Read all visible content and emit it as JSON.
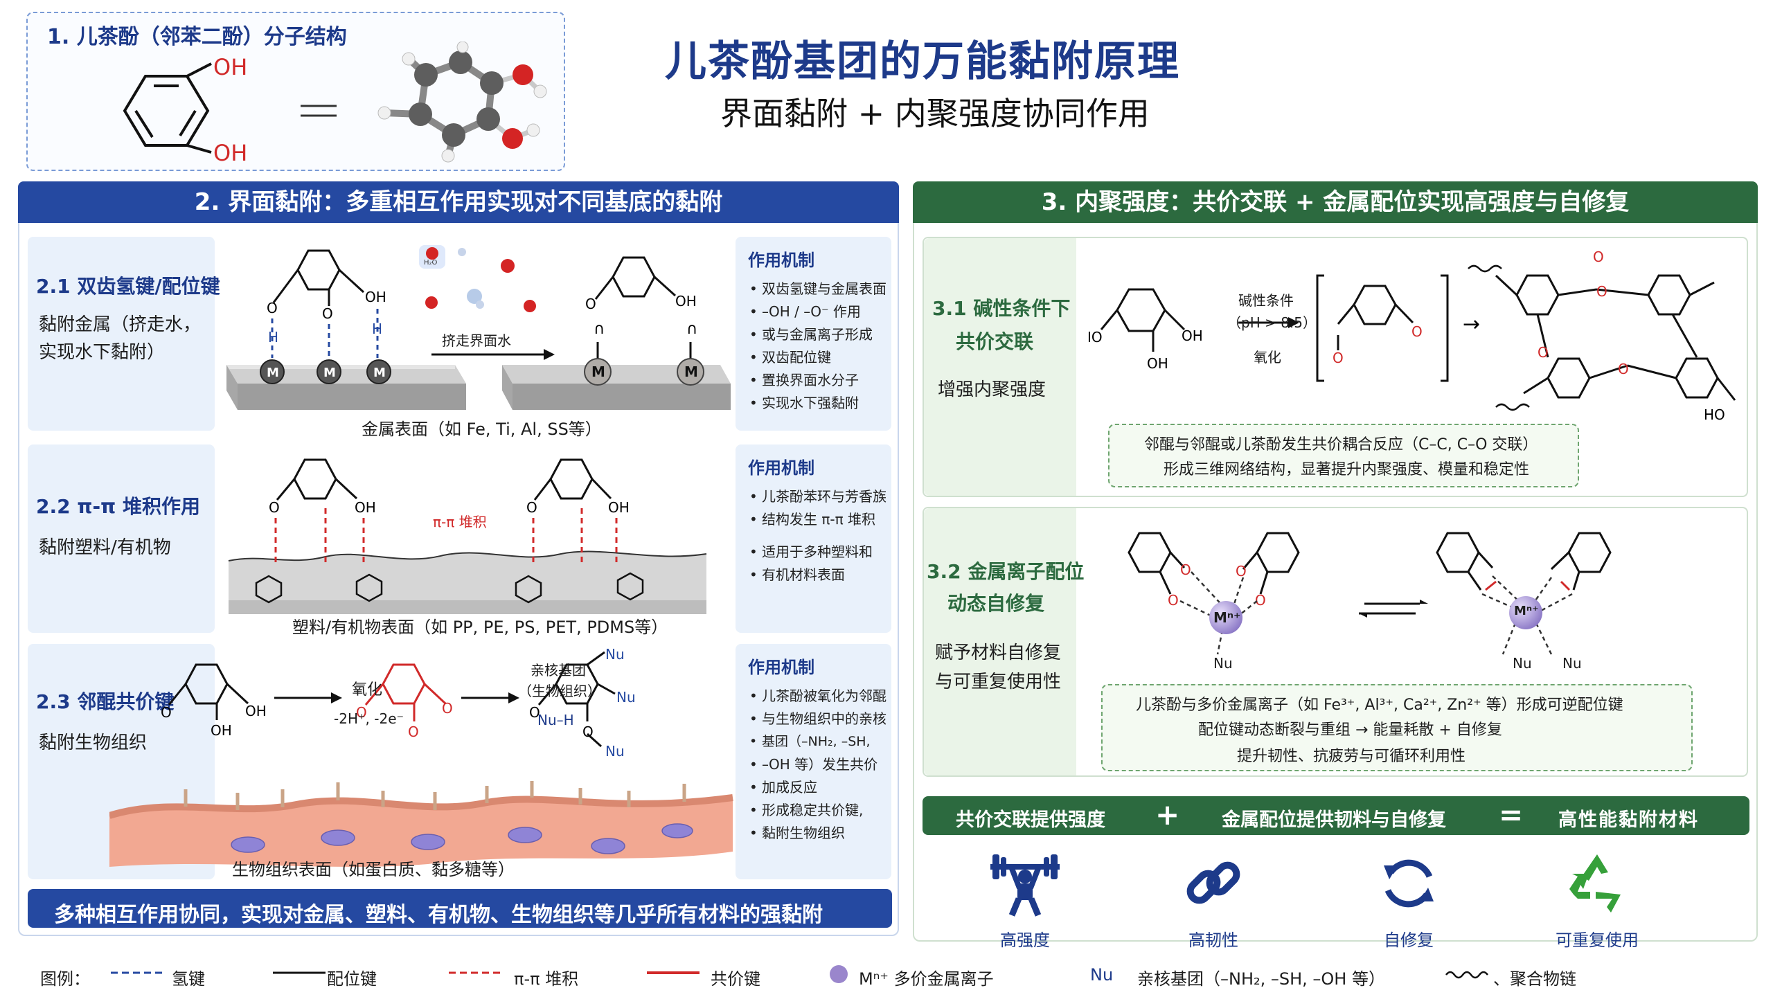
{
  "header": {
    "title": "儿茶酚基团的万能黏附原理",
    "subtitle": "界面黏附 + 内聚强度协同作用"
  },
  "sec1": {
    "title": "1. 儿茶酚（邻苯二酚）分子结构",
    "oh_top": "OH",
    "oh_bottom": "OH"
  },
  "sec2": {
    "title": "2. 界面黏附：多重相互作用实现对不同基底的黏附",
    "mech_title": "作用机制",
    "s21": {
      "title": "2.1 双齿氢键/配位键",
      "desc1": "黏附金属（挤走水，",
      "desc2": "实现水下黏附）",
      "arrow_label": "挤走界面水",
      "surface": "金属表面（如 Fe, Ti, Al, SS等）",
      "bullets": [
        "双齿氢键与金属表面",
        "–OH / –O⁻ 作用",
        "或与金属离子形成",
        "双齿配位键",
        "置换界面水分子",
        "实现水下强黏附"
      ]
    },
    "s22": {
      "title": "2.2 π-π 堆积作用",
      "desc": "黏附塑料/有机物",
      "pi_label": "π-π 堆积",
      "surface": "塑料/有机物表面（如 PP, PE, PS, PET, PDMS等）",
      "bullets": [
        "儿茶酚苯环与芳香族",
        "结构发生 π-π 堆积",
        "适用于多种塑料和",
        "有机材料表面"
      ]
    },
    "s23": {
      "title": "2.3 邻醌共价键",
      "desc": "黏附生物组织",
      "ox_label": "氧化",
      "ox_sub": "-2H⁺, -2e⁻",
      "nu_label1": "亲核基团",
      "nu_label2": "（生物组织）",
      "nu_h": "Nu–H",
      "surface": "生物组织表面（如蛋白质、黏多糖等）",
      "bullets": [
        "儿茶酚被氧化为邻醌",
        "与生物组织中的亲核",
        "基团（–NH₂, –SH,",
        "–OH 等）发生共价",
        "加成反应",
        "形成稳定共价键,",
        "黏附生物组织"
      ]
    },
    "banner": "多种相互作用协同，实现对金属、塑料、有机物、生物组织等几乎所有材料的强黏附"
  },
  "sec3": {
    "title": "3. 内聚强度：共价交联 + 金属配位实现高强度与自修复",
    "s31": {
      "title1": "3.1 碱性条件下",
      "title2": "共价交联",
      "desc": "增强内聚强度",
      "cond1": "碱性条件",
      "cond2": "（pH > 8.5）",
      "cond3": "氧化",
      "note1": "邻醌与邻醌或儿茶酚发生共价耦合反应（C–C, C–O 交联）",
      "note2": "形成三维网络结构，显著提升内聚强度、模量和稳定性"
    },
    "s32": {
      "title1": "3.2 金属离子配位",
      "title2": "动态自修复",
      "desc1": "赋予材料自修复",
      "desc2": "与可重复使用性",
      "metal": "Mⁿ⁺",
      "nu": "Nu",
      "note1": "儿茶酚与多价金属离子（如 Fe³⁺, Al³⁺, Ca²⁺, Zn²⁺ 等）形成可逆配位键",
      "note2": "配位键动态断裂与重组 → 能量耗散 + 自修复",
      "note3": "提升韧性、抗疲劳与可循环利用性"
    },
    "summary": {
      "a": "共价交联提供强度",
      "plus": "+",
      "b": "金属配位提供韧料与自修复",
      "eq": "=",
      "c": "高性能黏附材料"
    },
    "features": [
      {
        "label": "高强度",
        "icon": "weightlifter-icon"
      },
      {
        "label": "高韧性",
        "icon": "chain-link-icon"
      },
      {
        "label": "自修复",
        "icon": "cycle-arrows-icon"
      },
      {
        "label": "可重复使用",
        "icon": "recycle-icon"
      }
    ]
  },
  "legend": {
    "label": "图例：",
    "items": [
      "氢键",
      "配位键",
      "π-π 堆积",
      "共价键",
      "Mⁿ⁺  多价金属离子",
      "亲核基团（–NH₂, –SH, –OH 等）",
      "、聚合物链"
    ],
    "nu": "Nu"
  },
  "colors": {
    "navy": "#1d3a8a",
    "green": "#2c6a3f",
    "red": "#d12a2a",
    "metal": "#8a8a8a",
    "mion": "#9a86cc"
  }
}
